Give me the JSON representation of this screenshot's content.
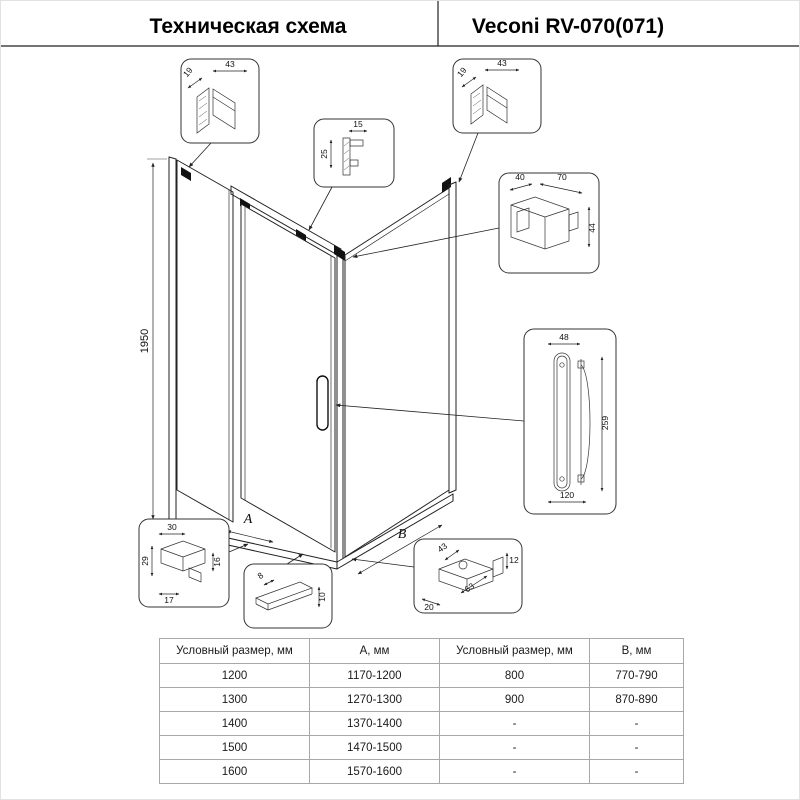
{
  "page": {
    "title": "Техническая схема",
    "model": "Veconi RV-070(071)"
  },
  "drawing": {
    "height": "1950",
    "side_a": "А",
    "side_b": "В",
    "details": {
      "top_left": {
        "d1": "19",
        "d2": "43"
      },
      "top_mid": {
        "d1": "15",
        "d2": "25"
      },
      "top_right": {
        "d1": "19",
        "d2": "43"
      },
      "bracket": {
        "d1": "40",
        "d2": "70",
        "d3": "44"
      },
      "handle": {
        "d1": "48",
        "d2": "259",
        "d3": "120"
      },
      "bottom_left": {
        "d1": "30",
        "d2": "29",
        "d3": "17",
        "d4": "16"
      },
      "bottom_mid": {
        "d1": "8",
        "d2": "10"
      },
      "bottom_right": {
        "d1": "43",
        "d2": "12",
        "d3": "63",
        "d4": "20"
      }
    }
  },
  "table": {
    "headers": [
      "Условный размер, мм",
      "А, мм",
      "Условный размер, мм",
      "В, мм"
    ],
    "rows": [
      [
        "1200",
        "1170-1200",
        "800",
        "770-790"
      ],
      [
        "1300",
        "1270-1300",
        "900",
        "870-890"
      ],
      [
        "1400",
        "1370-1400",
        "-",
        "-"
      ],
      [
        "1500",
        "1470-1500",
        "-",
        "-"
      ],
      [
        "1600",
        "1570-1600",
        "-",
        "-"
      ]
    ]
  }
}
